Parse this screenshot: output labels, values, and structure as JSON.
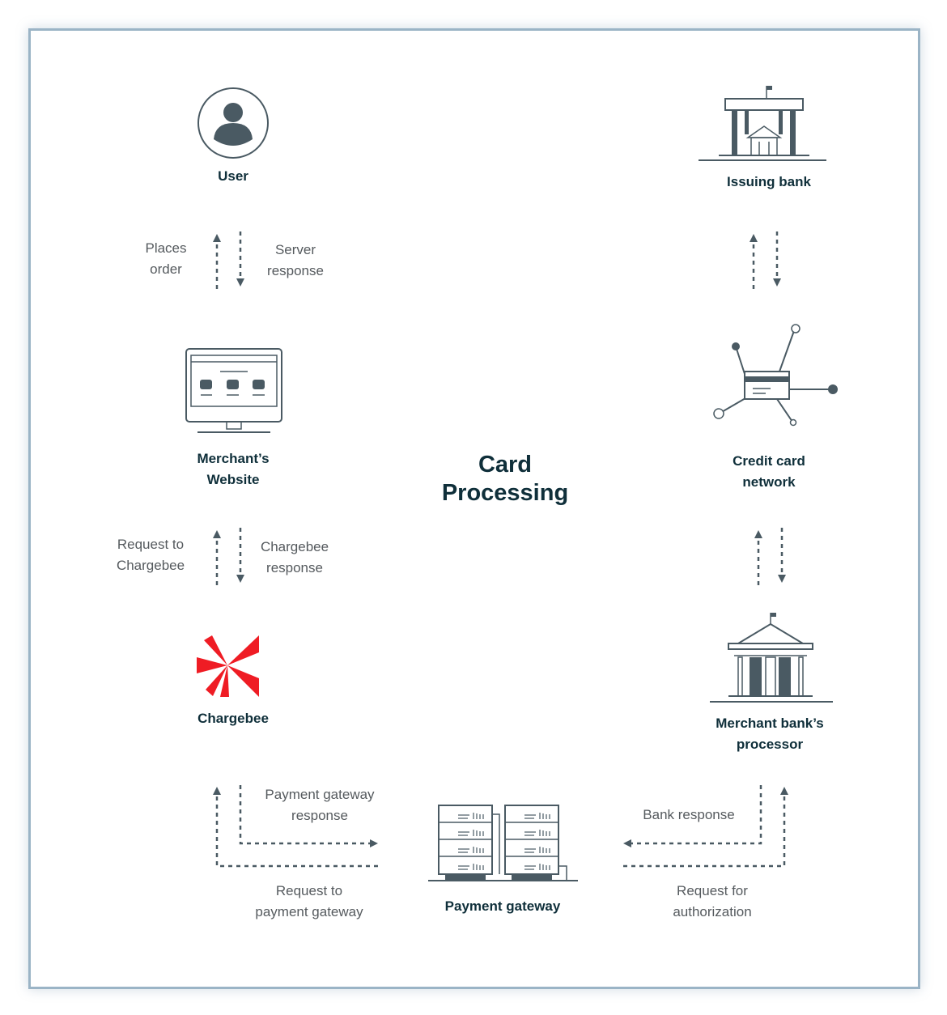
{
  "title": {
    "line1": "Card",
    "line2": "Processing"
  },
  "nodes": {
    "user": "User",
    "merchant_website": {
      "line1": "Merchant’s",
      "line2": "Website"
    },
    "chargebee": "Chargebee",
    "payment_gateway": "Payment gateway",
    "issuing_bank": "Issuing bank",
    "credit_card_network": {
      "line1": "Credit card",
      "line2": "network"
    },
    "merchant_bank_processor": {
      "line1": "Merchant bank’s",
      "line2": "processor"
    }
  },
  "flows": {
    "places_order": {
      "line1": "Places",
      "line2": "order"
    },
    "server_response": {
      "line1": "Server",
      "line2": "response"
    },
    "request_to_chargebee": {
      "line1": "Request to",
      "line2": "Chargebee"
    },
    "chargebee_response": {
      "line1": "Chargebee",
      "line2": "response"
    },
    "payment_gateway_response": {
      "line1": "Payment gateway",
      "line2": "response"
    },
    "request_to_payment_gateway": {
      "line1": "Request to",
      "line2": "payment gateway"
    },
    "bank_response": "Bank response",
    "request_for_authorization": {
      "line1": "Request for",
      "line2": "authorization"
    }
  },
  "icons": {
    "user": "user-avatar-icon",
    "website": "desktop-monitor-icon",
    "chargebee": "chargebee-logo-icon",
    "gateway": "server-rack-icon",
    "issuing_bank": "bank-building-icon",
    "network": "credit-card-network-icon",
    "merchant_bank": "bank-building-icon"
  },
  "colors": {
    "icon": "#4a5a63",
    "arrow": "#4a5a63",
    "node_text": "#0f2f3a",
    "flow_text": "#555a5e",
    "brand": "#ef1c24",
    "frame": "#9bb4c6"
  }
}
